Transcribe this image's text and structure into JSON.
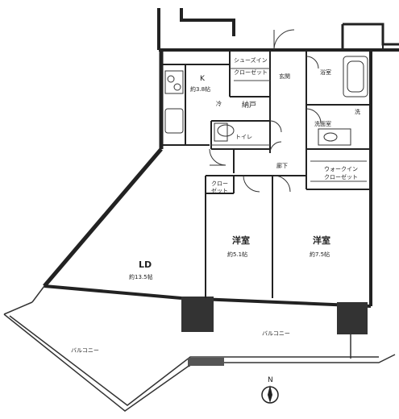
{
  "rooms": {
    "kitchen": {
      "name": "K",
      "size": "約3.8帖"
    },
    "shoe_closet": {
      "name": "シューズイン\nクローゼット",
      "line1": "シューズイン",
      "line2": "クローゼット"
    },
    "entrance": {
      "name": "玄関"
    },
    "bath": {
      "name": "浴室"
    },
    "fridge": {
      "name": "冷"
    },
    "storage": {
      "name": "納戸"
    },
    "toilet": {
      "name": "トイレ"
    },
    "washroom": {
      "name": "洗面室",
      "side": "洗"
    },
    "hall": {
      "name": "廊下"
    },
    "walkin": {
      "line1": "ウォークイン",
      "line2": "クローゼット"
    },
    "closet_small": {
      "line1": "クロー",
      "line2": "ゼット"
    },
    "ld": {
      "name": "LD",
      "size": "約13.5帖"
    },
    "western1": {
      "name": "洋室",
      "size": "約5.1帖"
    },
    "western2": {
      "name": "洋室",
      "size": "約7.5帖"
    },
    "balcony_left": {
      "name": "バルコニー"
    },
    "balcony_right": {
      "name": "バルコニー"
    }
  },
  "compass": {
    "label": "N"
  }
}
